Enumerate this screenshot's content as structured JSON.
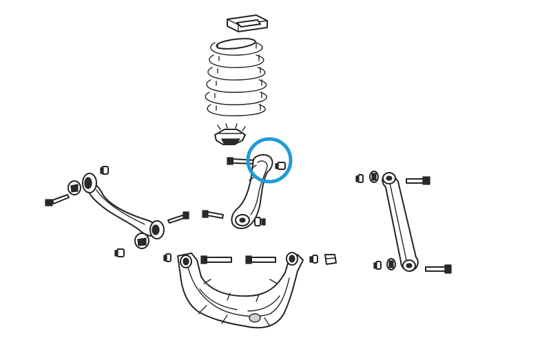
{
  "diagram": {
    "parts": [
      {
        "id": "coil-spring",
        "label": ""
      },
      {
        "id": "spring-upper-isolator",
        "label": ""
      },
      {
        "id": "spring-lower-isolator",
        "label": ""
      },
      {
        "id": "upper-control-arm-link",
        "label": ""
      },
      {
        "id": "lateral-arm",
        "label": ""
      },
      {
        "id": "toe-link",
        "label": ""
      },
      {
        "id": "rear-crossmember",
        "label": ""
      }
    ],
    "highlight": {
      "target": "upper-control-arm-link",
      "color": "#1e9ad6"
    },
    "line_color": "#222222"
  }
}
